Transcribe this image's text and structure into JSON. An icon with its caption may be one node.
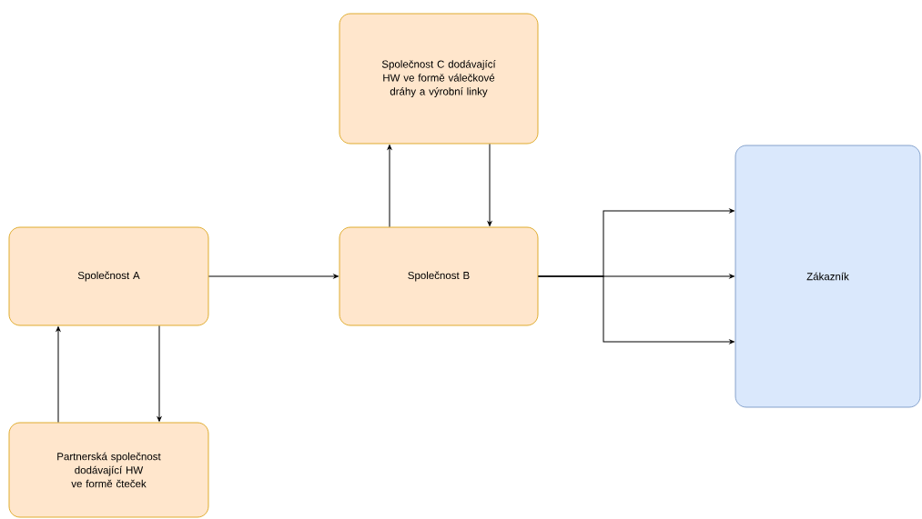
{
  "diagram": {
    "nodes": [
      {
        "text": [
          "Společnost C dodávající HW ve formě válečkové dráhy a výrobní linky"
        ]
      },
      {
        "text": [
          "Společnost A"
        ]
      },
      {
        "text": [
          "Společnost B"
        ]
      },
      {
        "text": [
          "Zákazník"
        ]
      },
      {
        "text": [
          "Partnerská společnost dodávající HW ve formě čteček"
        ]
      }
    ],
    "edges": [
      {
        "from": 1,
        "to": 2,
        "arrow": "to"
      },
      {
        "from": 2,
        "to": 0,
        "arrow": "to"
      },
      {
        "from": 0,
        "to": 2,
        "arrow": "to"
      },
      {
        "from": 2,
        "to": 3,
        "arrow": "to"
      },
      {
        "from": 2,
        "to": 3,
        "arrow": "to"
      },
      {
        "from": 2,
        "to": 3,
        "arrow": "to"
      },
      {
        "from": 4,
        "to": 1,
        "arrow": "to"
      },
      {
        "from": 1,
        "to": 4,
        "arrow": "to"
      }
    ]
  }
}
